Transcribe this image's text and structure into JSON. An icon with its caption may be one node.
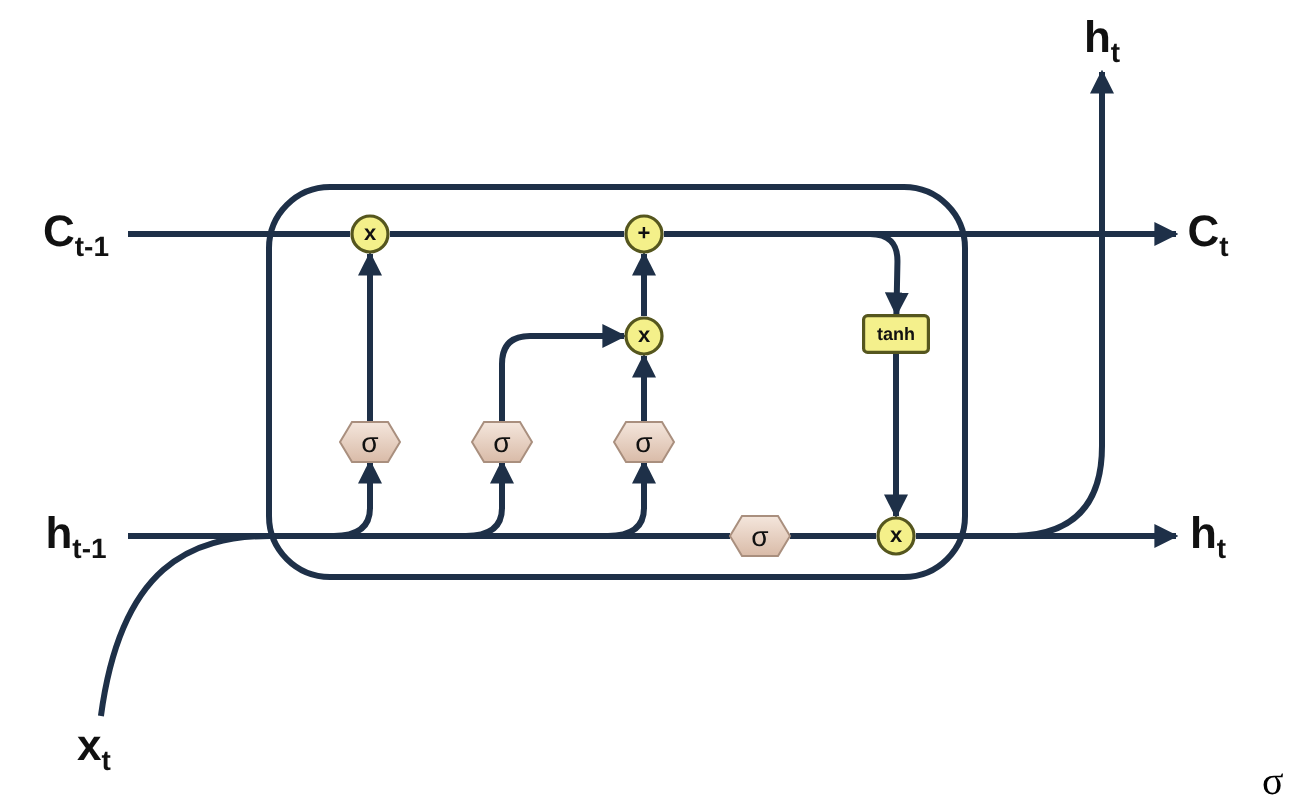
{
  "diagram": {
    "nodes": [
      {
        "text": [],
        "shape": "box"
      },
      {
        "text": [
          "C$_{t-1}$"
        ]
      },
      {
        "text": [
          "x"
        ],
        "in": 0
      },
      {
        "text": [
          "+"
        ],
        "in": 0
      },
      {
        "text": [
          "x"
        ],
        "in": 0
      },
      {
        "text": [
          "tanh"
        ],
        "in": 0
      },
      {
        "text": [
          "σ"
        ],
        "in": 0
      },
      {
        "text": [
          "σ"
        ],
        "in": 0
      },
      {
        "text": [
          "σ"
        ],
        "in": 0
      },
      {
        "text": [
          "σ"
        ],
        "in": 0
      },
      {
        "text": [
          "x"
        ],
        "in": 0
      },
      {
        "text": [
          "C$_{t}$"
        ]
      },
      {
        "text": [
          "h$_{t-1}$"
        ]
      },
      {
        "text": [
          "h$_{t}$"
        ]
      },
      {
        "text": [
          "h$_{t}$"
        ]
      },
      {
        "text": [
          "x$_{t}$"
        ]
      }
    ],
    "edges": [
      {
        "from": 1,
        "to": 2,
        "arrow": "none"
      },
      {
        "from": 2,
        "to": 3,
        "arrow": "none"
      },
      {
        "from": 3,
        "to": 11,
        "arrow": "to"
      },
      {
        "from": 3,
        "to": 5,
        "arrow": "to"
      },
      {
        "from": 5,
        "to": 10,
        "arrow": "to"
      },
      {
        "from": 6,
        "to": 2,
        "arrow": "to"
      },
      {
        "from": 7,
        "to": 4,
        "arrow": "to"
      },
      {
        "from": 8,
        "to": 4,
        "arrow": "to"
      },
      {
        "from": 4,
        "to": 3,
        "arrow": "to"
      },
      {
        "from": 12,
        "to": 6,
        "arrow": "to"
      },
      {
        "from": 12,
        "to": 7,
        "arrow": "to"
      },
      {
        "from": 12,
        "to": 8,
        "arrow": "to"
      },
      {
        "from": 12,
        "to": 9,
        "arrow": "none"
      },
      {
        "from": 15,
        "to": 6,
        "arrow": "to"
      },
      {
        "from": 15,
        "to": 7,
        "arrow": "to"
      },
      {
        "from": 15,
        "to": 8,
        "arrow": "to"
      },
      {
        "from": 15,
        "to": 9,
        "arrow": "none"
      },
      {
        "from": 9,
        "to": 10,
        "arrow": "none"
      },
      {
        "from": 10,
        "to": 13,
        "arrow": "to"
      },
      {
        "from": 10,
        "to": 14,
        "arrow": "to"
      }
    ],
    "labels": [
      "σ"
    ]
  }
}
